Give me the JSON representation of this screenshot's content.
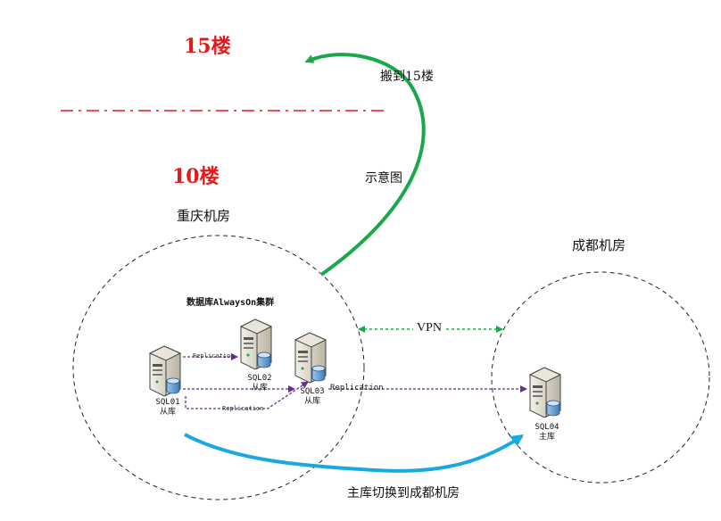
{
  "floors": {
    "upper": "15楼",
    "lower": "10楼"
  },
  "annotations": {
    "move": "搬到15楼",
    "schematic": "示意图",
    "switch": "主库切换到成都机房"
  },
  "rooms": {
    "chongqing": "重庆机房",
    "chengdu": "成都机房"
  },
  "cluster_label": "数据库AlwaysOn集群",
  "vpn_label": "VPN",
  "replication_label": "Replication",
  "servers": [
    {
      "name": "SQL01",
      "role": "从库"
    },
    {
      "name": "SQL02",
      "role": "从库"
    },
    {
      "name": "SQL03",
      "role": "从库"
    },
    {
      "name": "SQL04",
      "role": "主库"
    }
  ],
  "colors": {
    "floor_text": "#e01b1b",
    "divider": "#e01b1b",
    "move_arrow": "#1aa84a",
    "switch_arrow": "#19a9e0",
    "replication": "#6a2d8f",
    "vpn": "#1aa84a"
  },
  "icons": [
    "server-icon",
    "database-icon"
  ]
}
